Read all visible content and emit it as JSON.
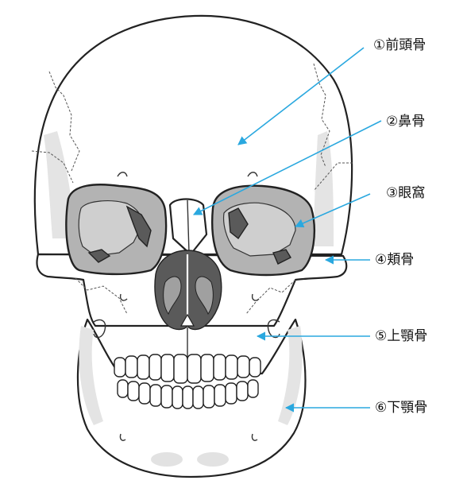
{
  "labels": {
    "frontal": "①前頭骨",
    "nasal": "②鼻骨",
    "orbit": "③眼窩",
    "zygomatic": "④頬骨",
    "maxilla": "⑤上顎骨",
    "mandible": "⑥下顎骨"
  },
  "colors": {
    "pointer": "#2aa8df",
    "orbit_fill": "#b3b3b3",
    "nasal_cavity": "#5a5a5a"
  }
}
